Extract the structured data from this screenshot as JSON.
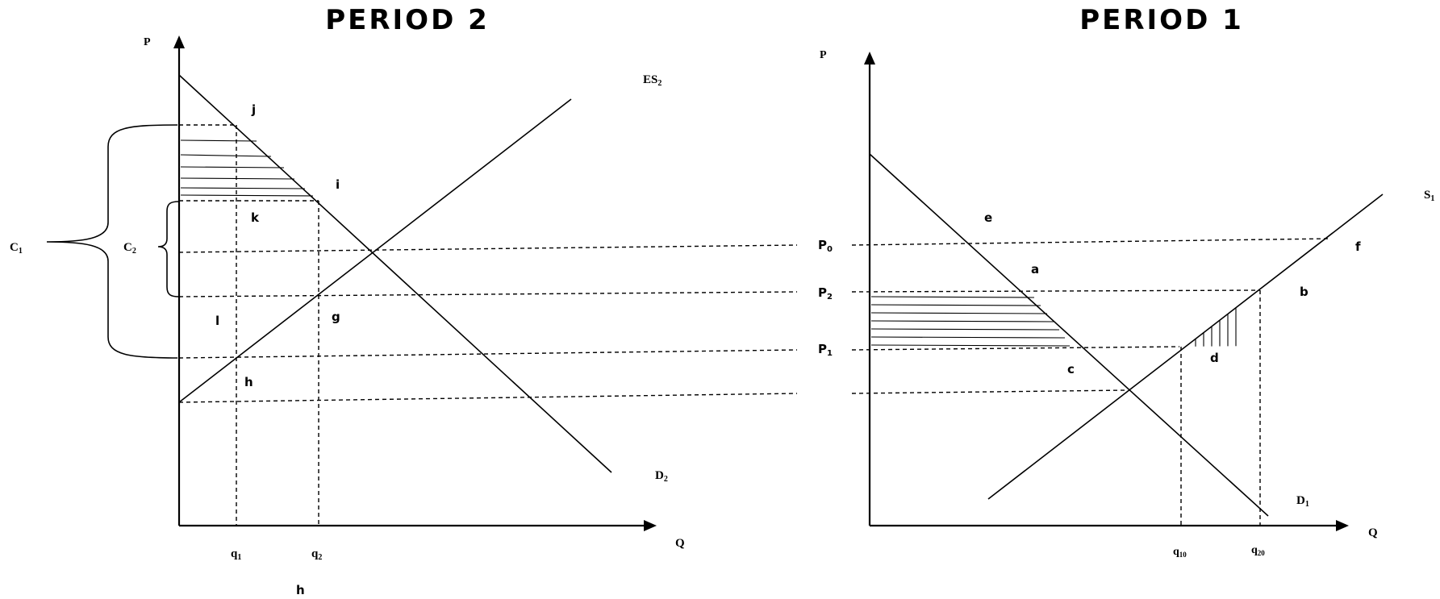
{
  "panels": {
    "period2": {
      "title": "PERIOD 2",
      "y_axis": "P",
      "x_axis": "Q",
      "supply": {
        "base": "ES",
        "sub": "2"
      },
      "demand": {
        "base": "D",
        "sub": "2"
      },
      "q1": {
        "base": "q",
        "sub": "1"
      },
      "q2": {
        "base": "q",
        "sub": "2"
      },
      "bracket_outer": {
        "base": "C",
        "sub": "1"
      },
      "bracket_inner": {
        "base": "C",
        "sub": "2"
      },
      "points": {
        "j": "j",
        "i": "i",
        "k": "k",
        "g": "g",
        "l": "l",
        "h": "h"
      },
      "bottom_label": "h"
    },
    "period1": {
      "title": "PERIOD 1",
      "y_axis": "P",
      "x_axis": "Q",
      "supply": {
        "base": "S",
        "sub": "1"
      },
      "demand": {
        "base": "D",
        "sub": "1"
      },
      "q10": {
        "base": "q",
        "sub": "10"
      },
      "q20": {
        "base": "q",
        "sub": "20"
      },
      "points": {
        "e": "e",
        "a": "a",
        "f": "f",
        "b": "b",
        "c": "c",
        "d": "d"
      }
    }
  },
  "price_levels": {
    "p0": {
      "base": "P",
      "sub": "0"
    },
    "p2": {
      "base": "P",
      "sub": "2"
    },
    "p1": {
      "base": "P",
      "sub": "1"
    }
  },
  "style": {
    "ink": "#000000",
    "background": "#ffffff"
  }
}
